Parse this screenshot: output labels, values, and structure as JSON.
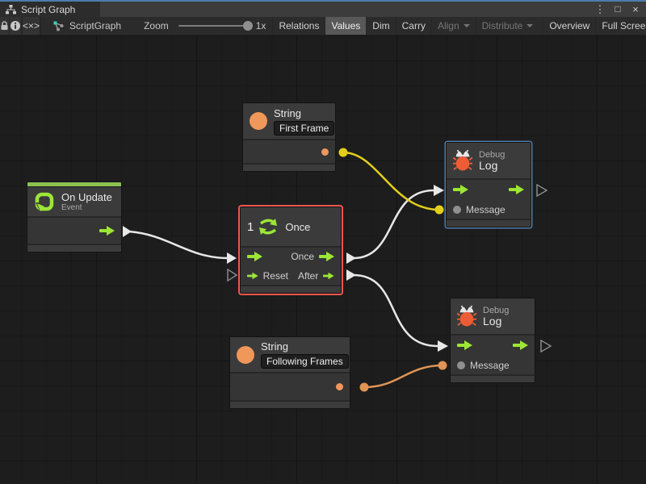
{
  "window": {
    "tab_title": "Script Graph",
    "controls": {
      "menu": "⋮",
      "maximize": "□",
      "close": "×"
    }
  },
  "toolbar": {
    "inspect_glyph": "<×>",
    "graph_label": "ScriptGraph",
    "zoom_label": "Zoom",
    "zoom_value": "1x",
    "view_buttons": [
      {
        "label": "Relations"
      },
      {
        "label": "Values"
      },
      {
        "label": "Dim"
      },
      {
        "label": "Carry"
      },
      {
        "label": "Align"
      },
      {
        "label": "Distribute"
      },
      {
        "label": "Overview"
      },
      {
        "label": "Full Screen"
      }
    ]
  },
  "nodes": {
    "string_top": {
      "title": "String",
      "value": "First Frame"
    },
    "on_update": {
      "title": "On Update",
      "subtitle": "Event"
    },
    "once": {
      "number": "1",
      "title": "Once",
      "ports": {
        "once": "Once",
        "reset": "Reset",
        "after": "After"
      }
    },
    "debug_top": {
      "title": "Debug",
      "subtitle": "Log",
      "message": "Message"
    },
    "debug_bottom": {
      "title": "Debug",
      "subtitle": "Log",
      "message": "Message"
    },
    "string_bottom": {
      "title": "String",
      "value": "Following Frames"
    }
  },
  "colors": {
    "wire_white": "#e8e8e8",
    "wire_yellow": "#e3cf1b",
    "wire_orange": "#e09455",
    "accent_green": "#9ce636",
    "selection_red": "#f2564d",
    "selection_blue": "#4e7ca8",
    "event_green": "#8cc051",
    "bug_orange": "#ed5c35",
    "port_orange": "#f0975a",
    "port_gray": "#8f8f8f"
  }
}
